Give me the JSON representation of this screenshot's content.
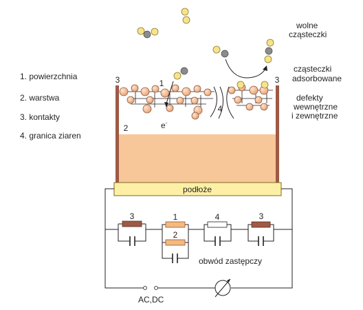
{
  "legend": {
    "item1": "1. powierzchnia",
    "item2": "2. warstwa",
    "item3": "3. kontakty",
    "item4": "4. granica ziaren"
  },
  "labels": {
    "free_molecules_line1": "wolne",
    "free_molecules_line2": "cząsteczki",
    "adsorbed_line1": "cząsteczki",
    "adsorbed_line2": "adsorbowane",
    "defects_line1": "defekty",
    "defects_line2": "wewnętrzne",
    "defects_line3": "i zewnętrzne",
    "substrate": "podłoże",
    "equivalent_circuit": "obwód zastępczy",
    "source": "AC,DC",
    "num1_surface": "1",
    "num2_layer": "2",
    "num3_left": "3",
    "num3_right": "3",
    "num4_boundary": "4",
    "electron": "e",
    "electron_sup": "-",
    "circuit_num3_left": "3",
    "circuit_num1": "1",
    "circuit_num2": "2",
    "circuit_num4": "4",
    "circuit_num3_right": "3"
  },
  "colors": {
    "layer_fill": "#f7c79a",
    "substrate_fill": "#fdf0a6",
    "substrate_stroke": "#7a6a20",
    "contact": "#9e5a44",
    "grain": "#f2b48c",
    "grain_stroke": "#8a5a3e",
    "molecule_yellow": "#f7e38a",
    "molecule_gray": "#8c8c8c",
    "resistor_orange": "#f5b97f"
  }
}
